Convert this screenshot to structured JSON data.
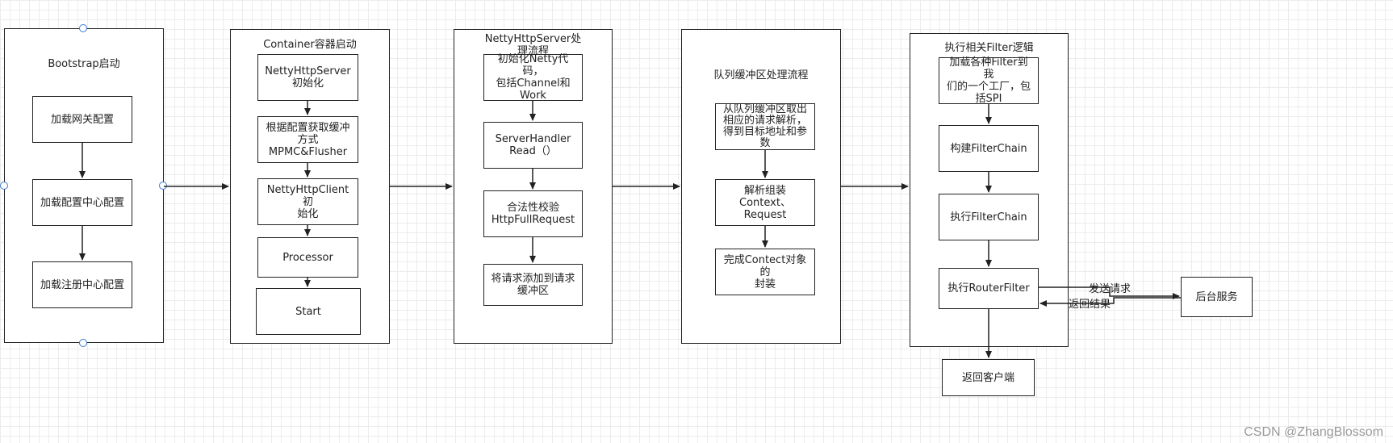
{
  "lanes": {
    "bootstrap": {
      "title": "Bootstrap启动",
      "steps": [
        "加载网关配置",
        "加载配置中心配置",
        "加载注册中心配置"
      ]
    },
    "container": {
      "title": "Container容器启动",
      "steps": [
        "NettyHttpServer\n初始化",
        "根据配置获取缓冲\n方式\nMPMC&Flusher",
        "NettyHttpClient初\n始化",
        "Processor",
        "Start"
      ]
    },
    "netty_server": {
      "title": "NettyHttpServer处\n理流程",
      "steps": [
        "初始化Netty代码，\n包括Channel和\nWork",
        "ServerHandler\nRead（）",
        "合法性校验\nHttpFullRequest",
        "将请求添加到请求\n缓冲区"
      ]
    },
    "queue": {
      "title": "队列缓冲区处理流程",
      "steps": [
        "从队列缓冲区取出\n相应的请求解析，\n得到目标地址和参\n数",
        "解析组装Context、\nRequest",
        "完成Contect对象的\n封装"
      ]
    },
    "filter": {
      "title": "执行相关Filter逻辑",
      "steps": [
        "加载各种Filter到我\n们的一个工厂，包\n括SPI",
        "构建FilterChain",
        "执行FilterChain",
        "执行RouterFilter"
      ]
    }
  },
  "backend": "后台服务",
  "return_client": "返回客户端",
  "edge_labels": {
    "send_request": "发送请求",
    "return_result": "返回结果"
  },
  "watermark": "CSDN @ZhangBlossom"
}
